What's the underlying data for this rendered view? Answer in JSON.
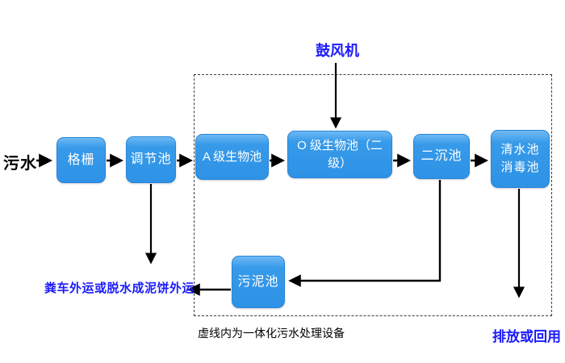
{
  "diagram": {
    "source_label": "污水",
    "blower_label": "鼓风机",
    "nodes": {
      "grille": "格栅",
      "regulating": "调节池",
      "a_bio": "A 级生物池",
      "o_bio": "O 级生物池（二级）",
      "sedimentation": "二沉池",
      "clearwater_line1": "清水池",
      "clearwater_line2": "消毒池",
      "sludge": "污泥池"
    },
    "notes": {
      "sludge_out": "粪车外运或脱水成泥饼外运",
      "dashed_caption": "虚线内为一体化污水处理设备",
      "discharge": "排放或回用"
    },
    "colors": {
      "node_fill": "#2e92e6",
      "node_border": "#2a86d8",
      "blue_text": "#1a1aff",
      "arrow": "#000000",
      "dashed_border": "#3a3a3a"
    }
  }
}
